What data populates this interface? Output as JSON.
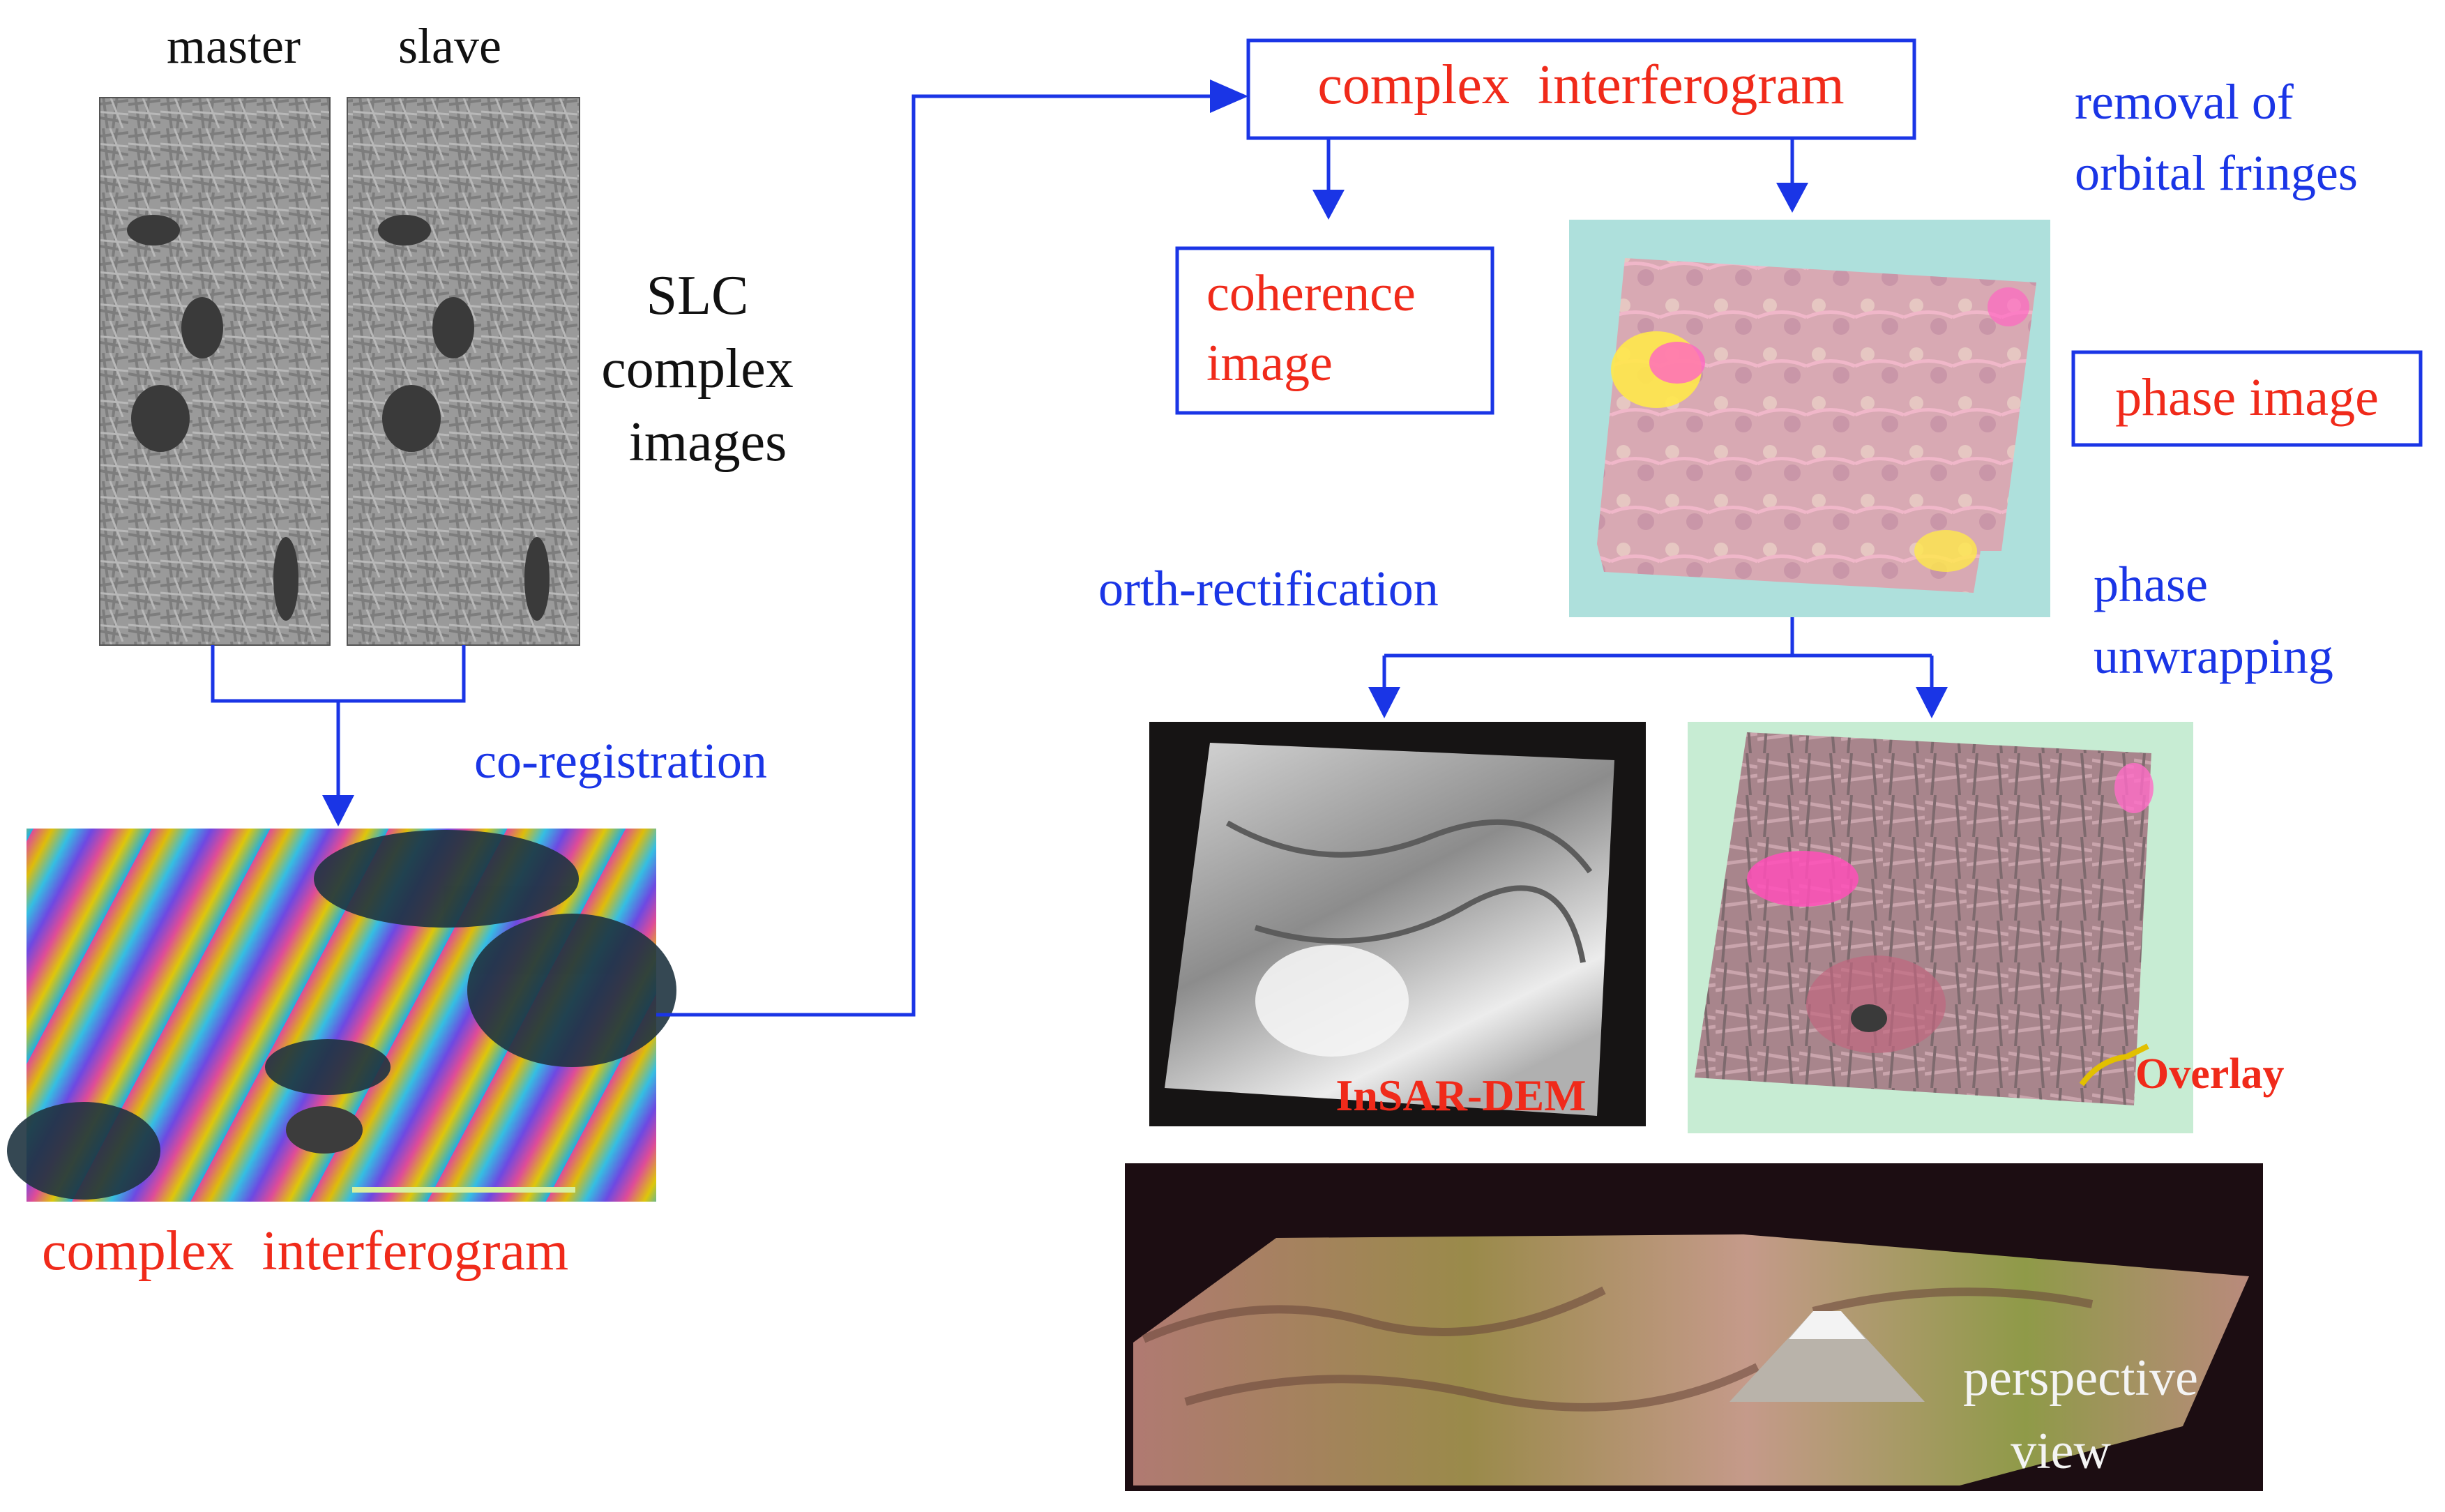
{
  "colors": {
    "background": "#ffffff",
    "flow": "#1a35e6",
    "highlight": "#f02a1a",
    "plain": "#111111"
  },
  "labels": {
    "master": "master",
    "slave": "slave",
    "slc": [
      "SLC",
      "complex",
      "images"
    ],
    "coregistration": "co-registration",
    "interferogram_bottom": "complex  interferogram",
    "interferogram_box": "complex  interferogram",
    "coherence": [
      "coherence",
      "image"
    ],
    "removal": [
      "removal of",
      "orbital fringes"
    ],
    "phase_image": "phase image",
    "orth": "orth-rectification",
    "phase_unwrapping": [
      "phase",
      "unwrapping"
    ],
    "insar_dem": "InSAR-DEM",
    "overlay": "Overlay",
    "perspective": [
      "perspective",
      "view"
    ]
  }
}
